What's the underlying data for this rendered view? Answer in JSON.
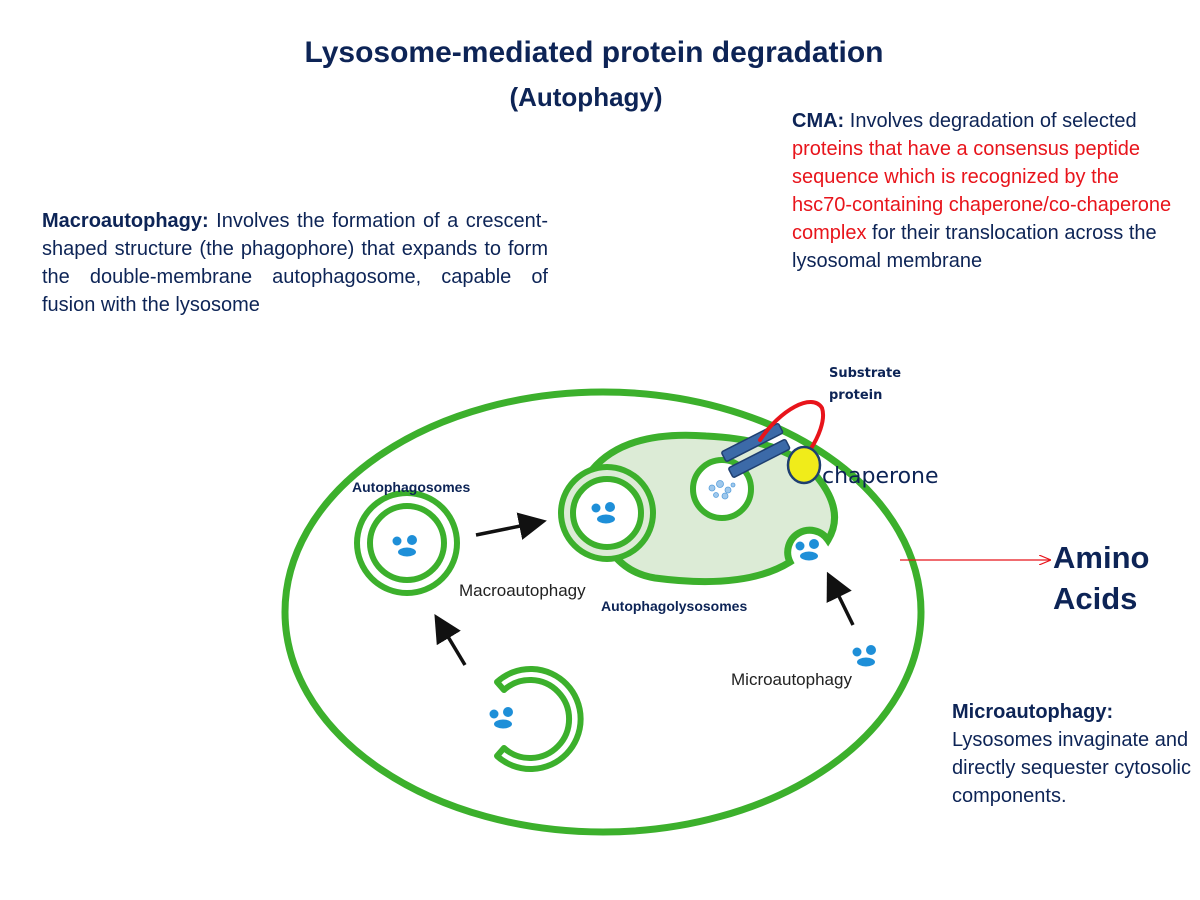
{
  "title": "Lysosome-mediated protein degradation",
  "subtitle": "(Autophagy)",
  "macro_text": {
    "heading": "Macroautophagy:",
    "body": " Involves the formation of a crescent-shaped structure (the phagophore) that expands to form the double-membrane autophagosome, capable of fusion with the lysosome"
  },
  "cma_text": {
    "heading": "CMA:",
    "body_start": " Involves degradation of selected ",
    "body_red": "proteins that have a consensus peptide sequence which is recognized by the hsc70-containing chaperone/co-chaperone complex",
    "body_end": " for their translocation across the lysosomal membrane"
  },
  "micro_text": {
    "heading": "Microautophagy:",
    "body": "Lysosomes invaginate and directly sequester cytosolic components."
  },
  "labels": {
    "substrate_line1": "Substrate",
    "substrate_line2": "protein",
    "chaperone": "chaperone",
    "autophagosomes": "Autophagosomes",
    "macroautophagy": "Macroautophagy",
    "autophagolysosomes": "Autophagolysosomes",
    "microautophagy": "Microautophagy",
    "amino_line1": "Amino",
    "amino_line2": "Acids"
  },
  "colors": {
    "membrane_green": "#3cb02c",
    "lysosome_fill": "#dcebd6",
    "cargo_blue": "#1e8fd8",
    "receptor_blue": "#3c6aa8",
    "chaperone_yellow": "#f0ec1a",
    "substrate_red": "#e8141b",
    "text_navy": "#0d2456"
  }
}
